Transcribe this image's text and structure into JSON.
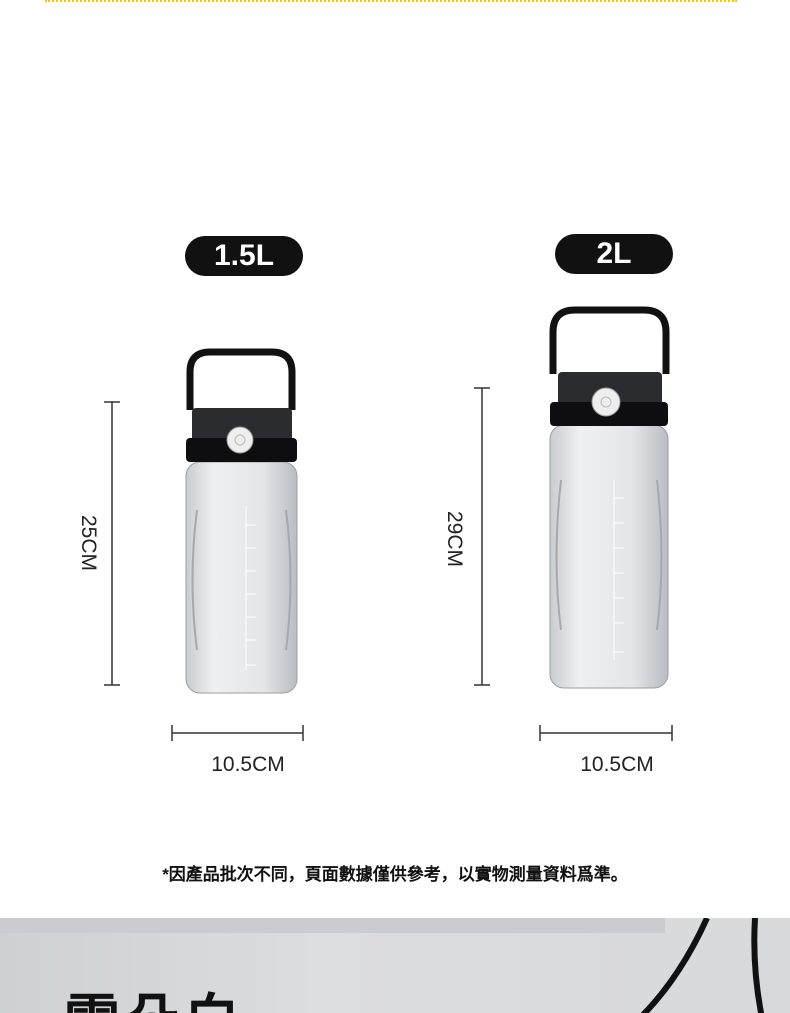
{
  "sizes": [
    {
      "capacity": "1.5L",
      "height": "25CM",
      "width": "10.5CM"
    },
    {
      "capacity": "2L",
      "height": "29CM",
      "width": "10.5CM"
    }
  ],
  "caption": "*因產品批次不同，頁面數據僅供參考，以實物測量資料爲準。",
  "next_section": {
    "title": "雲朵白"
  },
  "colors": {
    "accent_dots": "#f2c21b",
    "badge": "#111111",
    "band": "#d6d7d9"
  }
}
